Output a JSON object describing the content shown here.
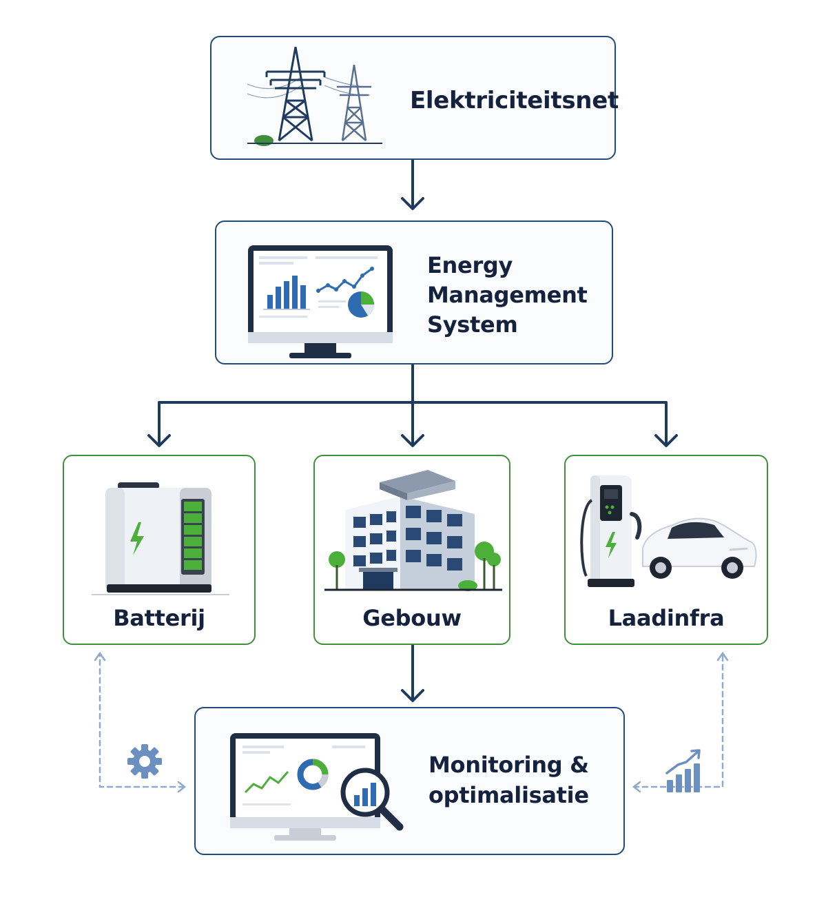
{
  "nodes": {
    "grid": {
      "label": "Elektriciteitsnet",
      "icon": "power-pylons-icon"
    },
    "ems": {
      "label_lines": [
        "Energy",
        "Management",
        "System"
      ],
      "icon": "dashboard-monitor-icon"
    },
    "battery": {
      "label": "Batterij",
      "icon": "battery-storage-icon"
    },
    "building": {
      "label": "Gebouw",
      "icon": "office-building-icon"
    },
    "charging": {
      "label": "Laadinfra",
      "icon": "ev-charger-car-icon"
    },
    "monitoring": {
      "label_lines": [
        "Monitoring &",
        "optimalisatie"
      ],
      "icon": "monitor-magnifier-icon"
    }
  },
  "side_icons": {
    "left": "gear-icon",
    "right": "growth-chart-icon"
  },
  "colors": {
    "navy": "#1f3a5f",
    "box_blue_border": "#1f4a7c",
    "box_green_border": "#3f8f3a",
    "accent_green": "#4caf3a",
    "chart_blue": "#2e6bb0",
    "dashed": "#8fa9cc"
  }
}
